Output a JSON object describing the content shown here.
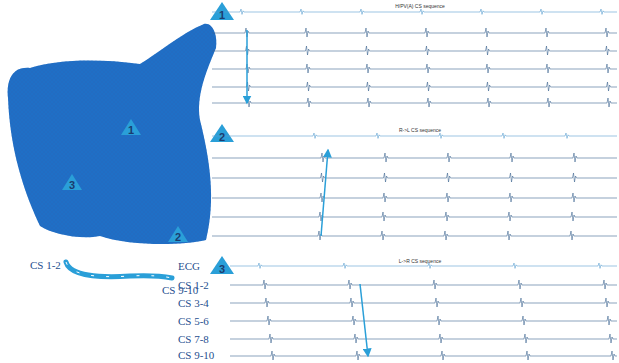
{
  "diagram": {
    "labels": [
      "1",
      "2",
      "3",
      "CS 1-2",
      "CS 9-10",
      "1",
      "2",
      "3",
      "H/PV(A) CS sequence",
      "R->L CS sequence",
      "L->R CS sequence",
      "ECG",
      "CS 1-2",
      "CS 3-4",
      "CS 5-6",
      "CS 7-8",
      "CS 9-10"
    ]
  }
}
